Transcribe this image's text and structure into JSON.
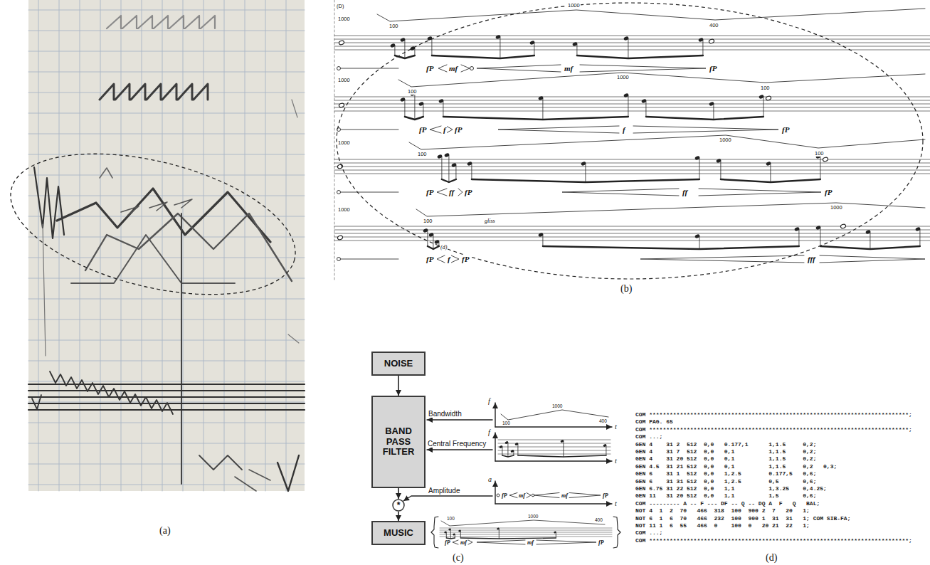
{
  "diagram": {
    "nodes": [
      {
        "text": [
          "NOISE"
        ]
      },
      {
        "text": [
          "BAND PASS FILTER"
        ]
      },
      {
        "text": [
          "*"
        ]
      },
      {
        "text": [
          "MUSIC"
        ]
      }
    ],
    "edges": [
      {
        "from": 0,
        "to": 1,
        "arrow": "to"
      },
      {
        "from": 1,
        "to": 2,
        "arrow": "to"
      },
      {
        "from": 2,
        "to": 3,
        "arrow": "to"
      }
    ],
    "labels": [
      "(D)",
      "1000",
      "100",
      "1000",
      "400",
      "fP",
      "mf",
      "mf",
      "fP",
      "1000",
      "100",
      "1000",
      "100",
      "fP",
      "f",
      "fP",
      "f",
      "fP",
      "1000",
      "100",
      "1000",
      "100",
      "fP",
      "ff",
      "fP",
      "ff",
      "fP",
      "1000",
      "100",
      "1000",
      "gliss",
      "(d)",
      "fP",
      "f",
      "fP",
      "fff",
      "(a)",
      "(b)",
      "(c)",
      "(d)",
      "Bandwidth",
      "Central Frequency",
      "Amplitude",
      "f",
      "t",
      "100",
      "1000",
      "400",
      "f",
      "t",
      "a",
      "t",
      "fP",
      "mf",
      "mf",
      "fP",
      "100",
      "1000",
      "400",
      "fP",
      "mf",
      "mf",
      "fP",
      "COM ****************************************************************************;",
      "COM PAG. 65",
      "COM ****************************************************************************;",
      "COM ...;",
      "GEN 4    31 2  512  0,0   0.177,1      1,1.5     0,2;",
      "GEN 4    31 7  512  0,0   0,1          1,1.5     0,2;",
      "GEN 4    31 20 512  0,0   0,1          1,1.5     0,2;",
      "GEN 4.5  31 21 512  0,0   0,1          1,1.5     0,2   0,3;",
      "GEN 6    31 1  512  0,0   1,2.5        0.177,5   0,6;",
      "GEN 6    31 31 512  0,0   1,2.5        0,5       0,6;",
      "GEN 6.75 31 22 512  0,0   1,1          1,3.25    0,4.25;",
      "GEN 11   31 20 512  0,0   1,1          1,5       0,6;",
      "COM --------- A -- F --- DF -- Q -- DQ A  F   Q   BAL;",
      "NOT 4  1  2  70   466  318  100  900 2  7   20   1;",
      "NOT 6  1  6  70   466  232  100  900 1  31  31   1; COM SIB-FA;",
      "NOT 11 1  6  55   466  0    100  0   20 21  22   1;",
      "COM ...;",
      "COM ****************************************************************************;"
    ]
  }
}
